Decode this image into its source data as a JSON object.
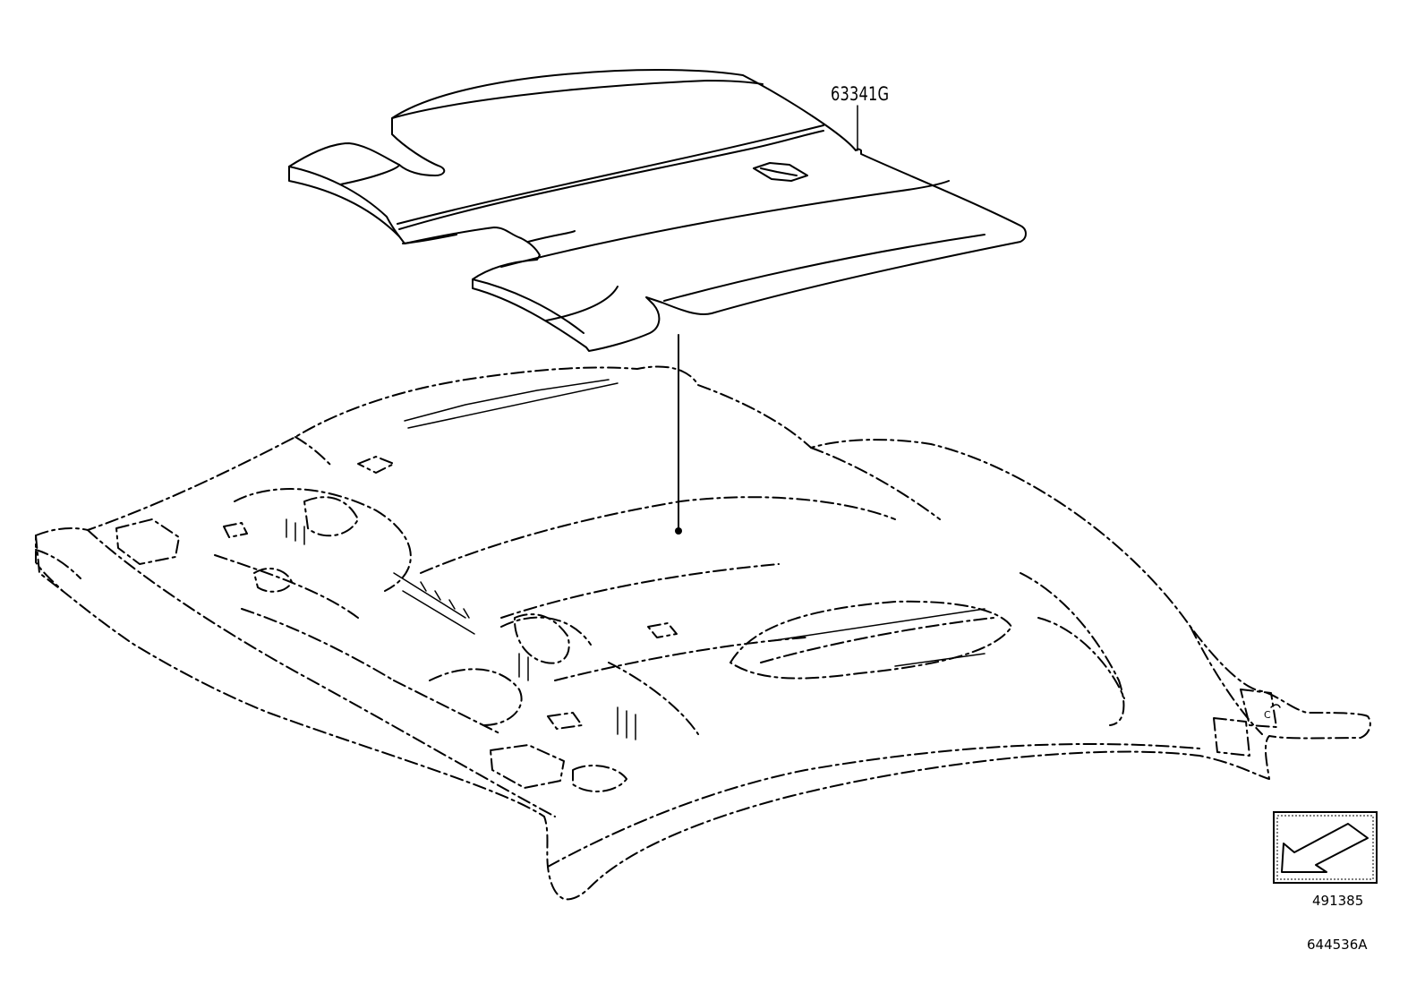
{
  "diagram": {
    "part_number_label": "63341G",
    "reference_number": "491385",
    "diagram_id": "644536A",
    "part_marker_letter": "C"
  },
  "colors": {
    "ink": "#000000",
    "background": "#ffffff"
  },
  "icons": {
    "front_arrow": "front-direction-arrow-icon"
  }
}
